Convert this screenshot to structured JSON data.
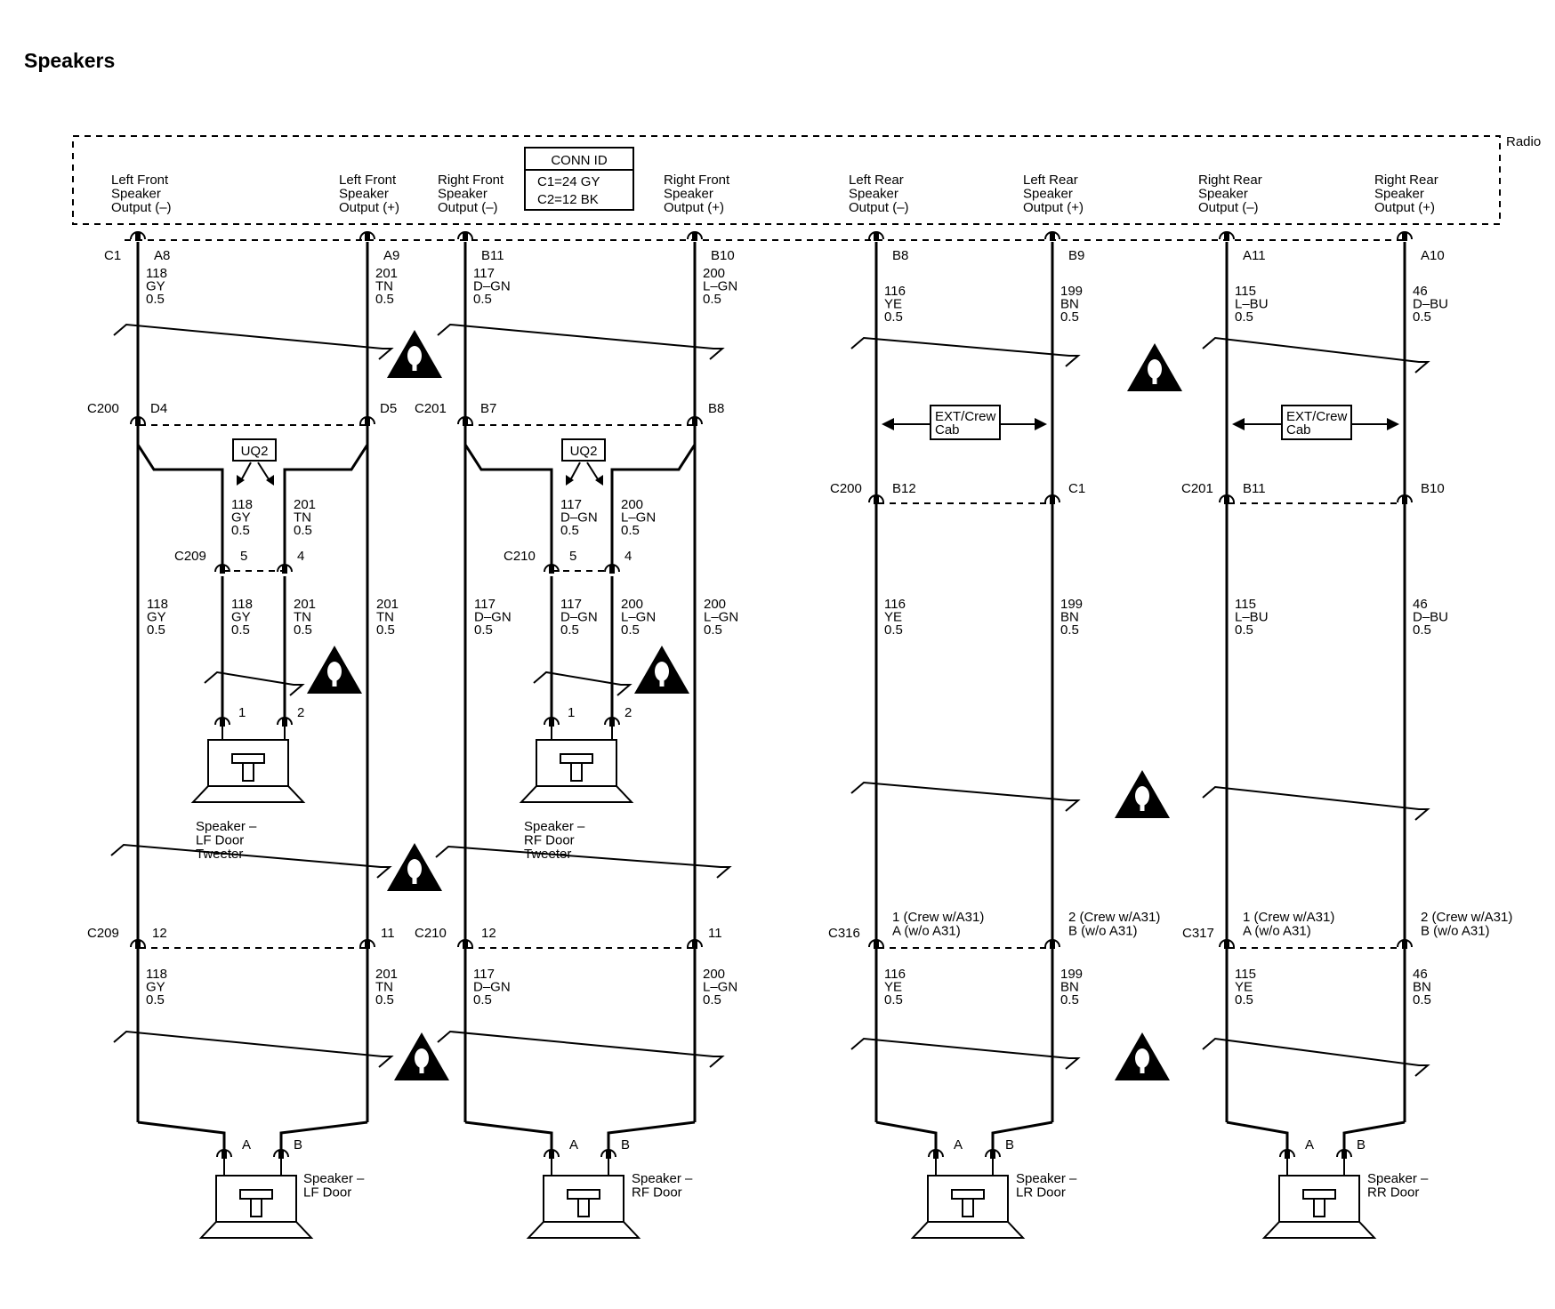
{
  "title": "Speakers",
  "radio": {
    "label": "Radio",
    "conn_id": {
      "header": "CONN ID",
      "c1": "C1=24 GY",
      "c2": "C2=12 BK"
    },
    "outputs": [
      "Left Front|Speaker|Output (–)",
      "Left Front|Speaker|Output (+)",
      "Right Front|Speaker|Output (–)",
      "Right Front|Speaker|Output (+)",
      "Left Rear|Speaker|Output (–)",
      "Left Rear|Speaker|Output (+)",
      "Right Rear|Speaker|Output (–)",
      "Right Rear|Speaker|Output (+)"
    ]
  },
  "connectors": {
    "c1": "C1",
    "c200": "C200",
    "c201": "C201",
    "c209": "C209",
    "c210": "C210",
    "c316": "C316",
    "c317": "C317"
  },
  "radio_pins": [
    "A8",
    "A9",
    "B11",
    "B10",
    "B8",
    "B9",
    "A11",
    "A10"
  ],
  "inline_pins": {
    "c200_front": [
      "D4",
      "D5"
    ],
    "c201_front": [
      "B7",
      "B8"
    ],
    "c200_rear": [
      "B12",
      "C1"
    ],
    "c201_rear": [
      "B11",
      "B10"
    ],
    "c209_top": [
      "5",
      "4"
    ],
    "c210_top": [
      "5",
      "4"
    ],
    "tweeter": [
      "1",
      "2"
    ],
    "c209_bottom": [
      "12",
      "11"
    ],
    "c210_bottom": [
      "12",
      "11"
    ],
    "c316": [
      "1 (Crew w/A31)|A (w/o A31)",
      "2 (Crew w/A31)|B (w/o A31)"
    ],
    "c317": [
      "1 (Crew w/A31)|A (w/o A31)",
      "2 (Crew w/A31)|B (w/o A31)"
    ],
    "speaker": [
      "A",
      "B"
    ]
  },
  "options": {
    "uq2": "UQ2",
    "ext_crew": "EXT/Crew|Cab"
  },
  "wires": {
    "lf_top": [
      "118|GY|0.5",
      "201|TN|0.5"
    ],
    "rf_top": [
      "117|D–GN|0.5",
      "200|L–GN|0.5"
    ],
    "lr_top": [
      "116|YE|0.5",
      "199|BN|0.5"
    ],
    "rr_top": [
      "115|L–BU|0.5",
      "46|D–BU|0.5"
    ],
    "lf_tweeter": [
      "118|GY|0.5",
      "201|TN|0.5"
    ],
    "rf_tweeter": [
      "117|D–GN|0.5",
      "200|L–GN|0.5"
    ],
    "lf_mid": [
      "118|GY|0.5",
      "118|GY|0.5",
      "201|TN|0.5",
      "201|TN|0.5"
    ],
    "rf_mid": [
      "117|D–GN|0.5",
      "117|D–GN|0.5",
      "200|L–GN|0.5",
      "200|L–GN|0.5"
    ],
    "lr_mid": [
      "116|YE|0.5",
      "199|BN|0.5"
    ],
    "rr_mid": [
      "115|L–BU|0.5",
      "46|D–BU|0.5"
    ],
    "lf_bottom": [
      "118|GY|0.5",
      "201|TN|0.5"
    ],
    "rf_bottom": [
      "117|D–GN|0.5",
      "200|L–GN|0.5"
    ],
    "lr_bottom": [
      "116|YE|0.5",
      "199|BN|0.5"
    ],
    "rr_bottom": [
      "115|YE|0.5",
      "46|BN|0.5"
    ]
  },
  "components": {
    "lf_tweeter": "Speaker –|LF Door|Tweeter",
    "rf_tweeter": "Speaker –|RF Door|Tweeter",
    "lf_door": "Speaker –|LF Door",
    "rf_door": "Speaker –|RF Door",
    "lr_door": "Speaker –|LR Door",
    "rr_door": "Speaker –|RR Door"
  }
}
